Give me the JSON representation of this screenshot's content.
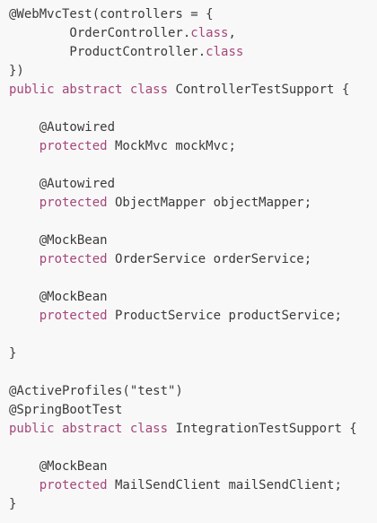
{
  "code": {
    "lines": [
      [
        {
          "t": "@WebMvcTest(controllers = {",
          "c": "plain"
        }
      ],
      [
        {
          "t": "        OrderController.",
          "c": "plain"
        },
        {
          "t": "class",
          "c": "kw"
        },
        {
          "t": ",",
          "c": "plain"
        }
      ],
      [
        {
          "t": "        ProductController.",
          "c": "plain"
        },
        {
          "t": "class",
          "c": "kw"
        }
      ],
      [
        {
          "t": "})",
          "c": "plain"
        }
      ],
      [
        {
          "t": "public abstract class",
          "c": "kw"
        },
        {
          "t": " ControllerTestSupport {",
          "c": "plain"
        }
      ],
      [],
      [
        {
          "t": "    @Autowired",
          "c": "plain"
        }
      ],
      [
        {
          "t": "    ",
          "c": "plain"
        },
        {
          "t": "protected",
          "c": "kw"
        },
        {
          "t": " MockMvc mockMvc;",
          "c": "plain"
        }
      ],
      [],
      [
        {
          "t": "    @Autowired",
          "c": "plain"
        }
      ],
      [
        {
          "t": "    ",
          "c": "plain"
        },
        {
          "t": "protected",
          "c": "kw"
        },
        {
          "t": " ObjectMapper objectMapper;",
          "c": "plain"
        }
      ],
      [],
      [
        {
          "t": "    @MockBean",
          "c": "plain"
        }
      ],
      [
        {
          "t": "    ",
          "c": "plain"
        },
        {
          "t": "protected",
          "c": "kw"
        },
        {
          "t": " OrderService orderService;",
          "c": "plain"
        }
      ],
      [],
      [
        {
          "t": "    @MockBean",
          "c": "plain"
        }
      ],
      [
        {
          "t": "    ",
          "c": "plain"
        },
        {
          "t": "protected",
          "c": "kw"
        },
        {
          "t": " ProductService productService;",
          "c": "plain"
        }
      ],
      [],
      [
        {
          "t": "}",
          "c": "plain"
        }
      ],
      [],
      [
        {
          "t": "@ActiveProfiles(\"test\")",
          "c": "plain"
        }
      ],
      [
        {
          "t": "@SpringBootTest",
          "c": "plain"
        }
      ],
      [
        {
          "t": "public abstract class",
          "c": "kw"
        },
        {
          "t": " IntegrationTestSupport {",
          "c": "plain"
        }
      ],
      [],
      [
        {
          "t": "    @MockBean",
          "c": "plain"
        }
      ],
      [
        {
          "t": "    ",
          "c": "plain"
        },
        {
          "t": "protected",
          "c": "kw"
        },
        {
          "t": " MailSendClient mailSendClient;",
          "c": "plain"
        }
      ],
      [
        {
          "t": "}",
          "c": "plain"
        }
      ]
    ],
    "colors": {
      "background": "#f8f8f8",
      "plain": "#3a3a3a",
      "keyword": "#a5467a"
    }
  }
}
